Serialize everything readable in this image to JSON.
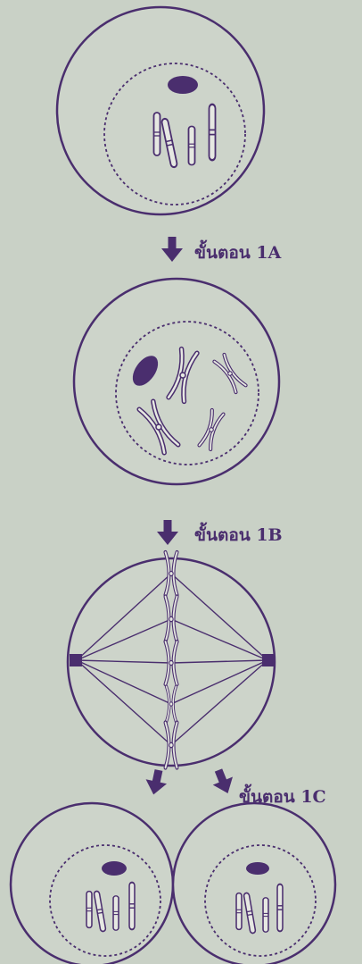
{
  "steps": [
    {
      "label": "ขั้นตอน 1A"
    },
    {
      "label": "ขั้นตอน 1B"
    },
    {
      "label": "ขั้นตอน 1C"
    }
  ],
  "colors": {
    "ink": "#4a2e6e",
    "background": "#c9d1c6",
    "cell_fill": "#cdd4ca"
  }
}
